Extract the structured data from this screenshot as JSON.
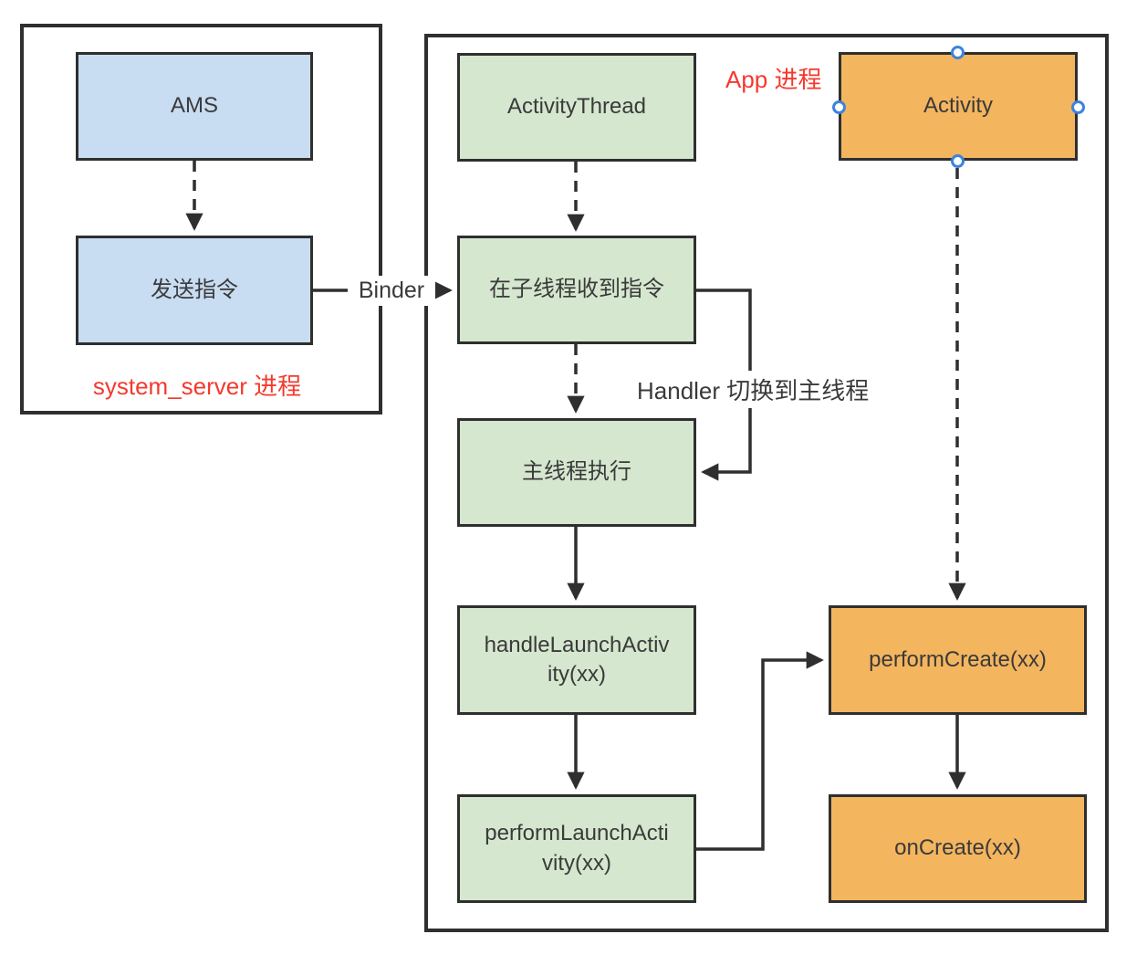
{
  "containers": {
    "system_server": {
      "label": "system_server 进程"
    },
    "app": {
      "label": "App 进程"
    }
  },
  "nodes": {
    "ams": {
      "label": "AMS"
    },
    "send_command": {
      "label": "发送指令"
    },
    "activity_thread": {
      "label": "ActivityThread"
    },
    "receive_in_child_thread": {
      "label": "在子线程收到指令"
    },
    "main_thread_exec": {
      "label": "主线程执行"
    },
    "handle_launch_activity": {
      "label": "handleLaunchActivity(xx)"
    },
    "perform_launch_activity": {
      "label": "performLaunchActivity(xx)"
    },
    "activity": {
      "label": "Activity"
    },
    "perform_create": {
      "label": "performCreate(xx)"
    },
    "on_create": {
      "label": "onCreate(xx)"
    }
  },
  "edge_labels": {
    "binder": "Binder",
    "handler_switch": "Handler 切换到主线程"
  },
  "colors": {
    "blue_fill": "#c8dcf2",
    "green_fill": "#d5e7cf",
    "orange_fill": "#f4b55f",
    "label_red": "#f5392e",
    "stroke_dark": "#2f2f2f",
    "selection_handle_blue": "#3b83e0"
  }
}
